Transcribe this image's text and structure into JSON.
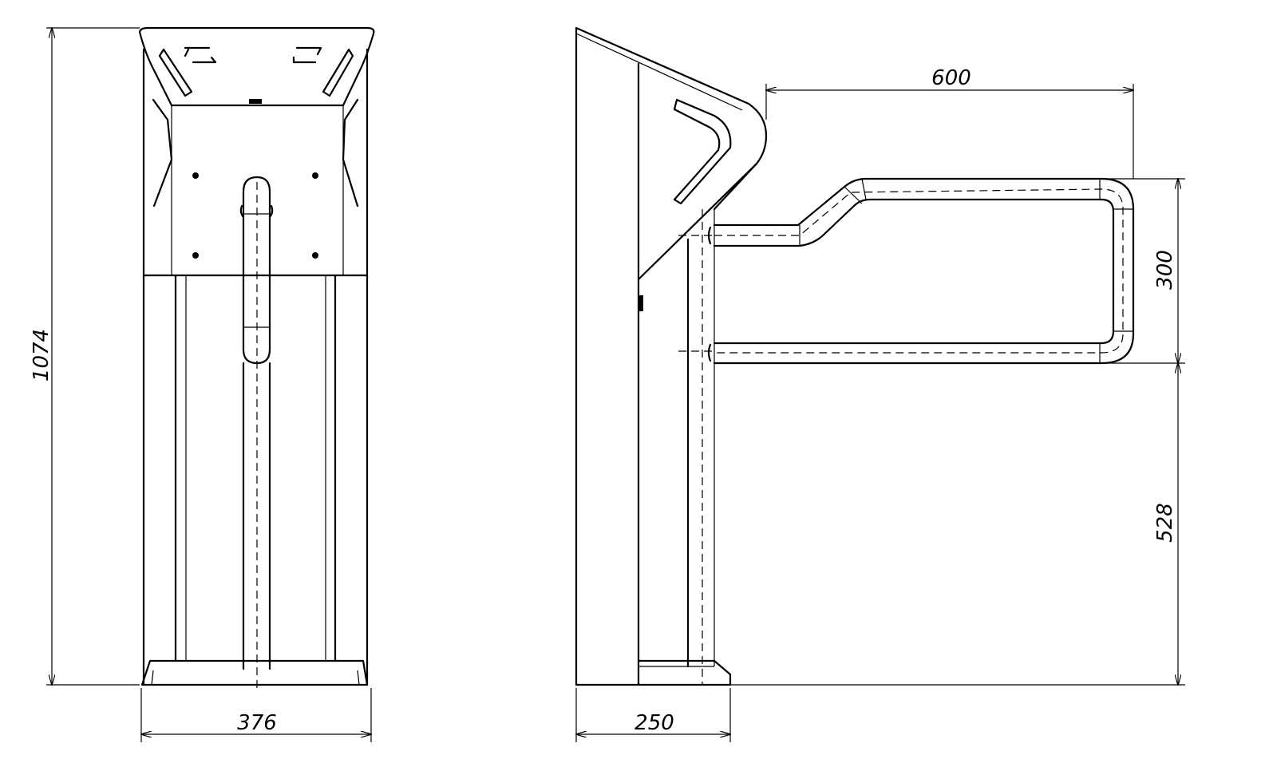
{
  "drawing": {
    "front_view": {
      "height_dimension": "1074",
      "width_dimension": "376"
    },
    "side_view": {
      "arm_length_dimension": "600",
      "arm_height_dimension": "300",
      "arm_floor_clearance_dimension": "528",
      "depth_dimension": "250"
    }
  }
}
